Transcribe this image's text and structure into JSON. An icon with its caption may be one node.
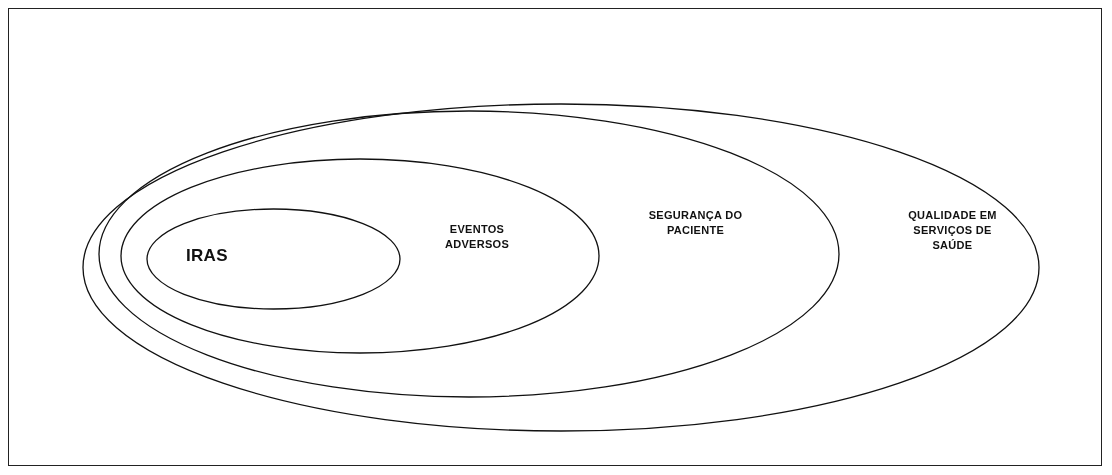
{
  "diagram": {
    "nodes": [
      {
        "text": [
          "QUALIDADE EM SERVIÇOS DE SAÚDE"
        ]
      },
      {
        "text": [
          "SEGURANÇA DO PACIENTE"
        ],
        "in": 0
      },
      {
        "text": [
          "EVENTOS ADVERSOS"
        ],
        "in": 1
      },
      {
        "text": [
          "IRAS"
        ],
        "in": 2
      }
    ]
  }
}
